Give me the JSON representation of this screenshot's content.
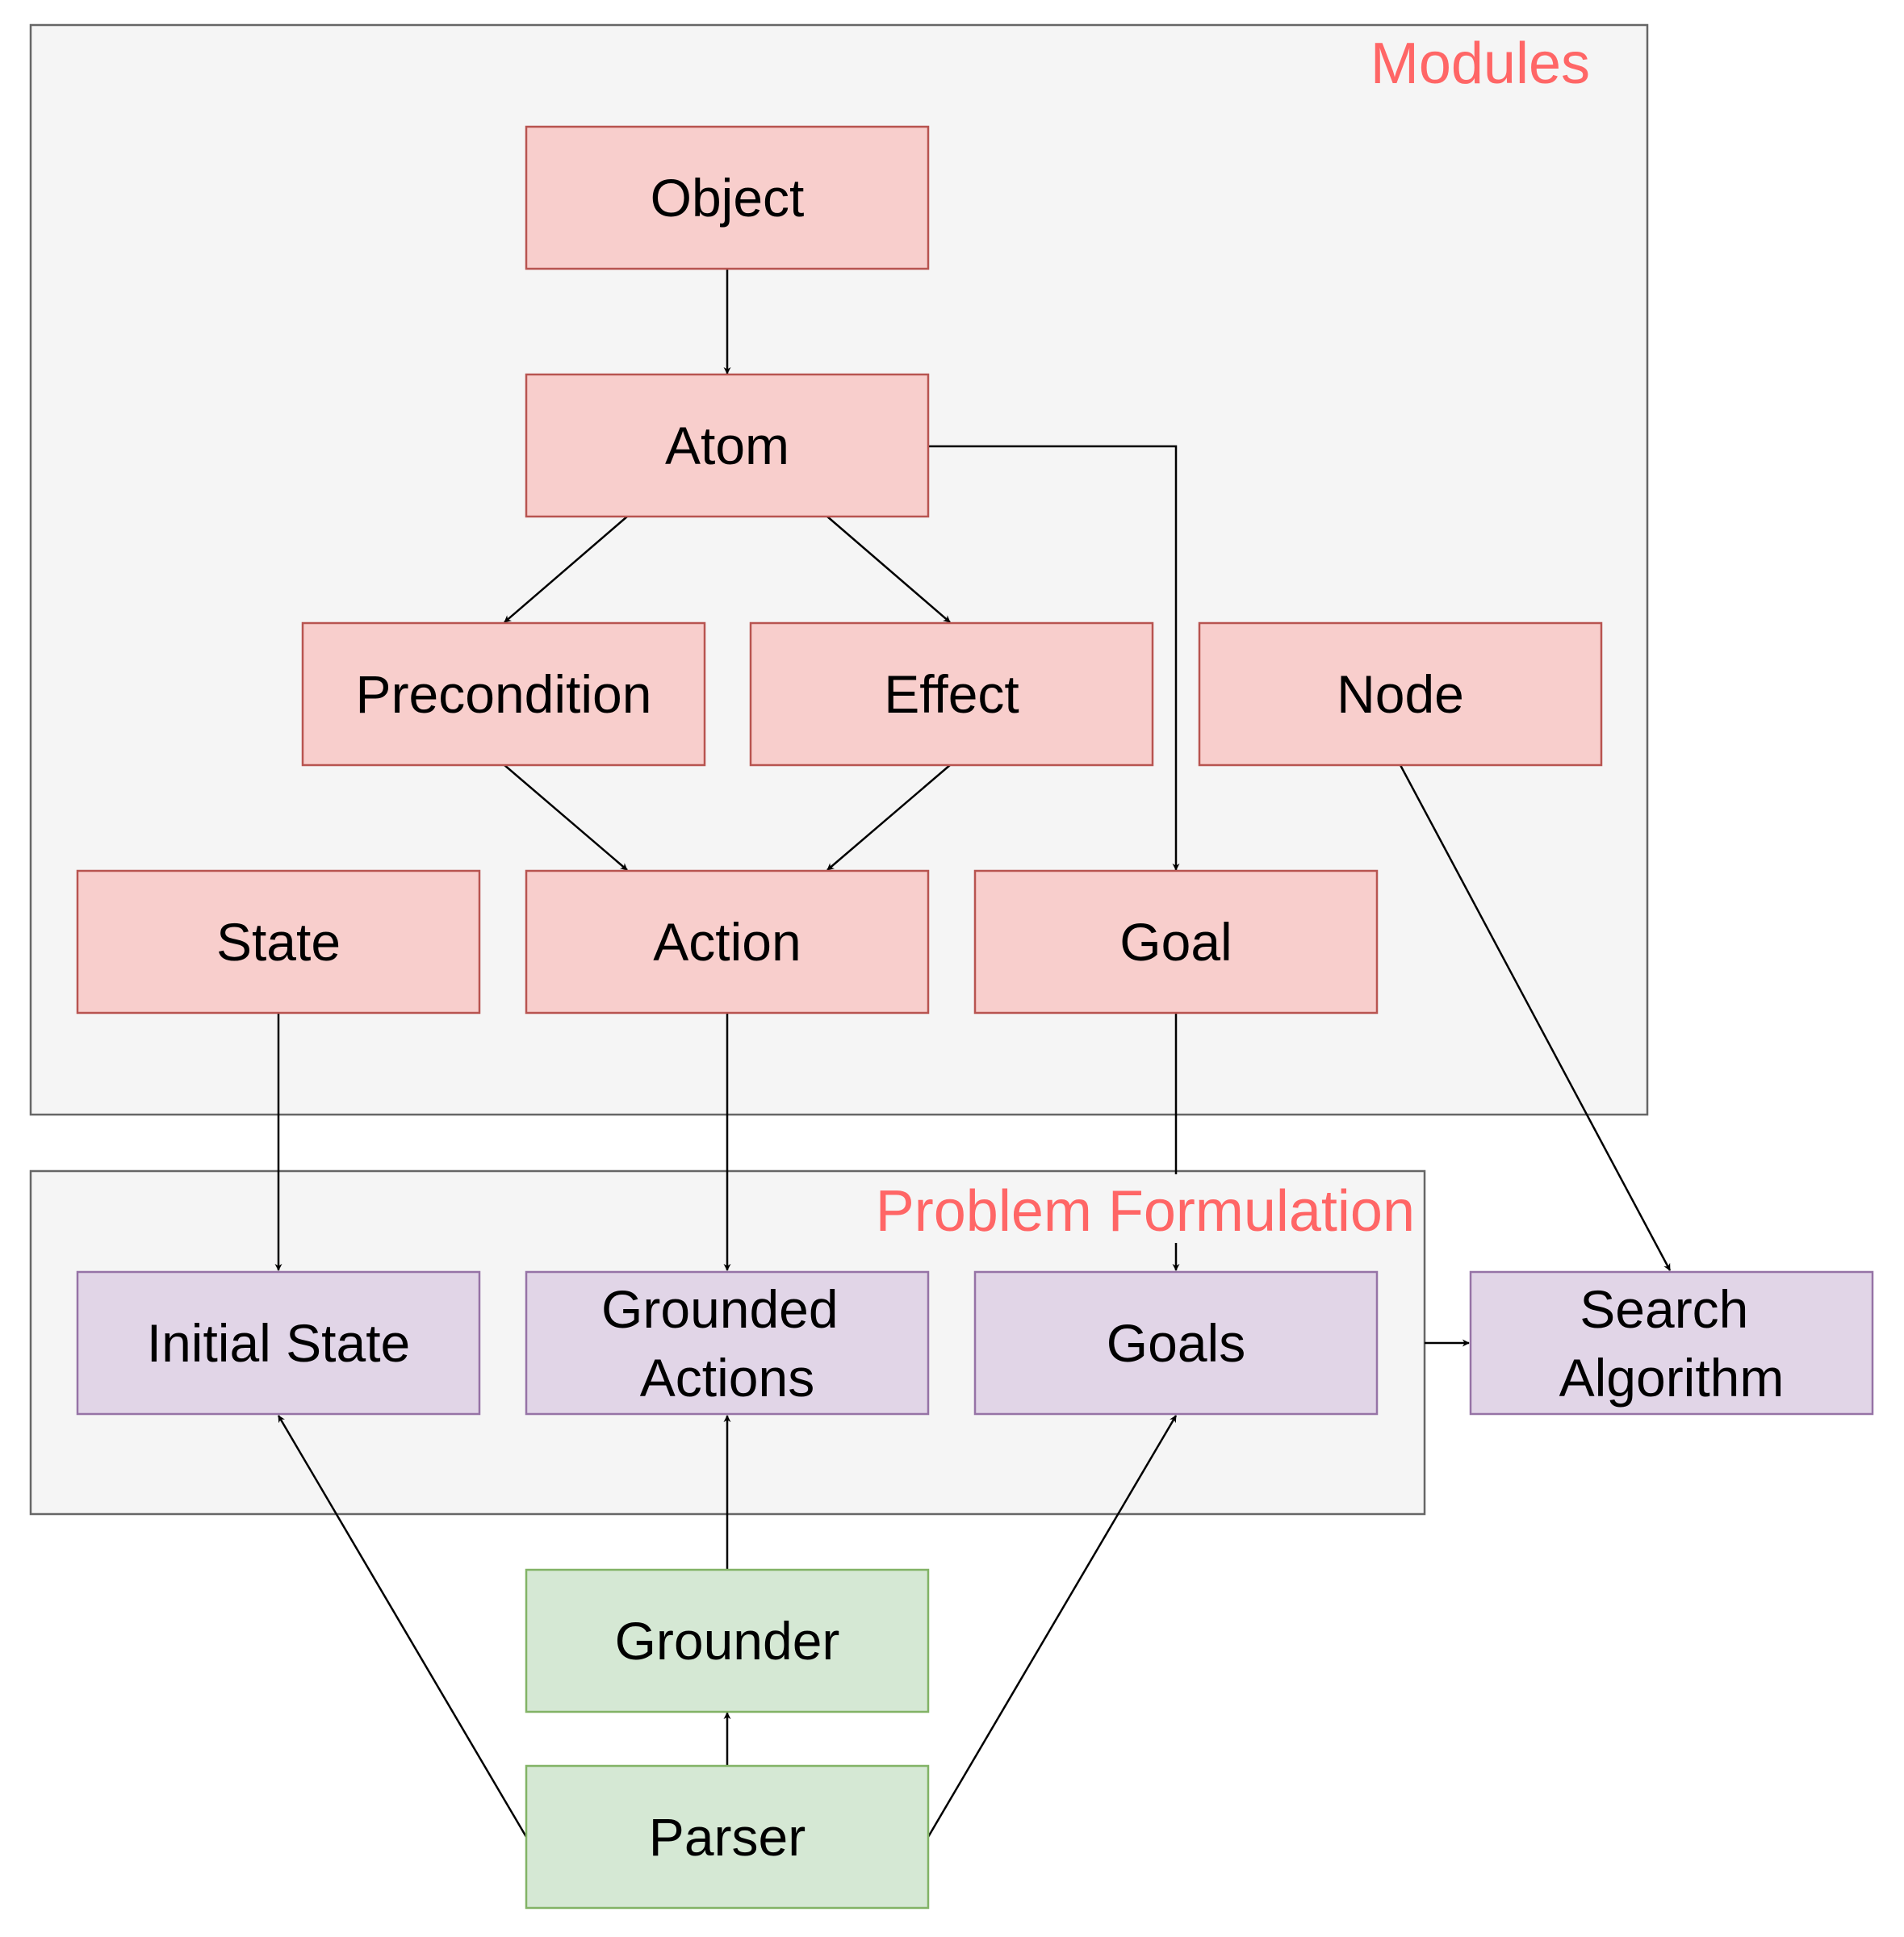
{
  "groups": {
    "modules": {
      "title": "Modules"
    },
    "problem_formulation": {
      "title": "Problem Formulation"
    }
  },
  "nodes": {
    "object": "Object",
    "atom": "Atom",
    "precondition": "Precondition",
    "effect": "Effect",
    "node": "Node",
    "state": "State",
    "action": "Action",
    "goal": "Goal",
    "initial_state": "Initial State",
    "grounded_actions": [
      "Grounded",
      "Actions"
    ],
    "goals": "Goals",
    "search_algorithm": [
      "Search",
      "Algorithm"
    ],
    "grounder": "Grounder",
    "parser": "Parser"
  },
  "edges": [
    [
      "Object",
      "Atom"
    ],
    [
      "Atom",
      "Precondition"
    ],
    [
      "Atom",
      "Effect"
    ],
    [
      "Atom",
      "Goal"
    ],
    [
      "Precondition",
      "Action"
    ],
    [
      "Effect",
      "Action"
    ],
    [
      "State",
      "Initial State"
    ],
    [
      "Action",
      "Grounded Actions"
    ],
    [
      "Goal",
      "Goals"
    ],
    [
      "Node",
      "Search Algorithm"
    ],
    [
      "Problem Formulation",
      "Search Algorithm"
    ],
    [
      "Parser",
      "Grounder"
    ],
    [
      "Grounder",
      "Grounded Actions"
    ],
    [
      "Parser",
      "Initial State"
    ],
    [
      "Parser",
      "Goals"
    ]
  ],
  "colors": {
    "group_fill": "#f5f5f5",
    "group_stroke": "#666666",
    "group_title": "#ff6666",
    "module_fill": "#f8cecc",
    "module_stroke": "#b85450",
    "formulation_fill": "#e1d5e7",
    "formulation_stroke": "#9673a6",
    "io_fill": "#d5e8d4",
    "io_stroke": "#82b366"
  }
}
